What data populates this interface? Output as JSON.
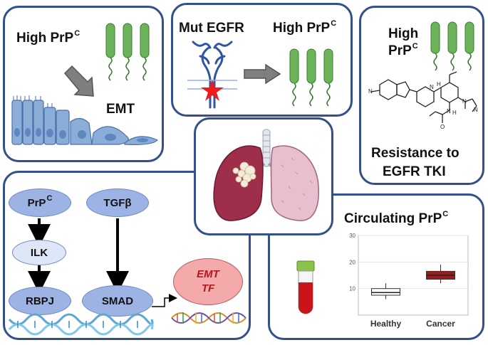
{
  "panel_emt": {
    "title": "High PrP",
    "title_sup": "C",
    "emt_label": "EMT"
  },
  "panel_egfr": {
    "mut_label": "Mut EGFR",
    "title": "High PrP",
    "title_sup": "C"
  },
  "panel_tki": {
    "line1": "High",
    "line2": "PrP",
    "line2_sup": "C",
    "resist1": "Resistance to",
    "resist2": "EGFR TKI"
  },
  "pathway": {
    "prp": "PrP",
    "prp_sup": "C",
    "ilk": "ILK",
    "rbpj": "RBPJ",
    "tgfb": "TGFβ",
    "smad": "SMAD",
    "emt_tf_1": "EMT",
    "emt_tf_2": "TF"
  },
  "circulating": {
    "title": "Circulating PrP",
    "title_sup": "C"
  },
  "chart_data": {
    "type": "box",
    "categories": [
      "Healthy",
      "Cancer"
    ],
    "ylim": [
      0,
      30
    ],
    "yticks": [
      10,
      20,
      30
    ],
    "boxes": [
      {
        "name": "Healthy",
        "min": 6,
        "q1": 7.5,
        "median": 8.5,
        "q3": 10,
        "max": 12,
        "color": "#ffffff"
      },
      {
        "name": "Cancer",
        "min": 12,
        "q1": 13.5,
        "median": 15,
        "q3": 16.5,
        "max": 19,
        "color": "#9b1b1b"
      }
    ]
  },
  "colors": {
    "border": "#33508a",
    "rod": "#6cb35a",
    "cell": "#8aaed8",
    "lung": "#9e2e4a",
    "tube": "#c8141b"
  }
}
